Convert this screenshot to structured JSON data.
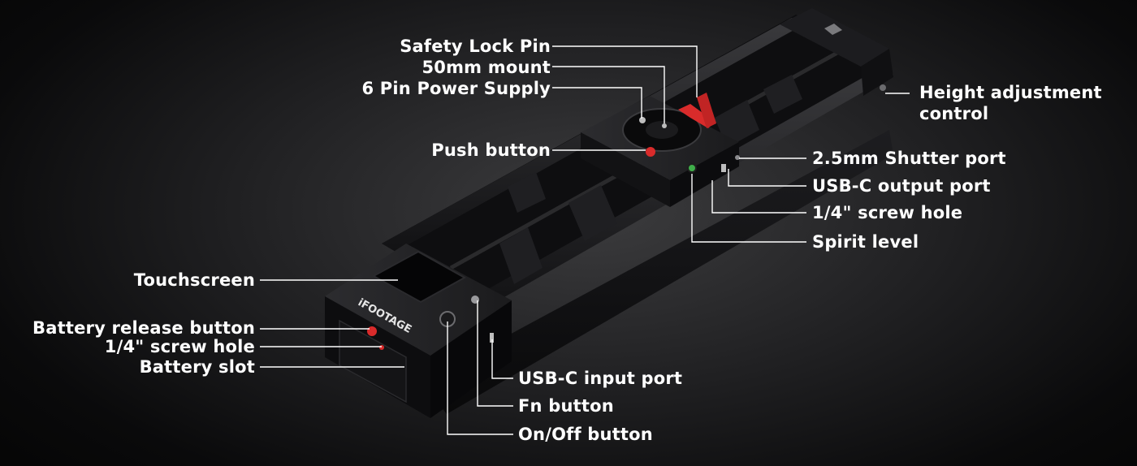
{
  "labels": {
    "safety_lock_pin": "Safety Lock Pin",
    "mount_50mm": "50mm mount",
    "power_supply": "6 Pin Power Supply",
    "push_button": "Push button",
    "touchscreen": "Touchscreen",
    "battery_release": "Battery release button",
    "screw_hole_left": "1/4\" screw hole",
    "battery_slot": "Battery slot",
    "height_adjustment": "Height adjustment control",
    "shutter_port": "2.5mm Shutter port",
    "usbc_output": "USB-C output port",
    "screw_hole_right": "1/4\" screw hole",
    "spirit_level": "Spirit level",
    "usbc_input": "USB-C input port",
    "fn_button": "Fn button",
    "onoff_button": "On/Off button"
  },
  "product": {
    "brand": "iFOOTAGE"
  },
  "colors": {
    "background": "#0a0a0b",
    "body": "#141416",
    "accent_red": "#d92b2b",
    "spirit_level_green": "#3fae4a",
    "leader_line": "#ffffff"
  }
}
